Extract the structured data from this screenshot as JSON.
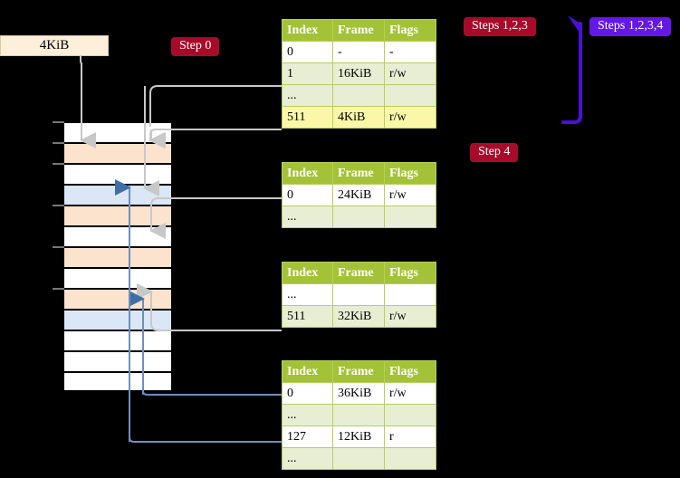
{
  "diagram": {
    "title_boxes": {
      "page_size_label": "4KiB"
    },
    "badges": [
      {
        "name": "step-0",
        "label": "Step 0",
        "color": "#a80b2a"
      },
      {
        "name": "steps-1-2-3",
        "label": "Steps 1,2,3",
        "color": "#a80b2a"
      },
      {
        "name": "steps-1-2-3-4",
        "label": "Steps 1,2,3,4",
        "color": "#6318e8"
      },
      {
        "name": "step-4",
        "label": "Step 4",
        "color": "#a80b2a"
      }
    ],
    "table_headers": {
      "index": "Index",
      "frame": "Frame",
      "flags": "Flags"
    },
    "tables": [
      {
        "name": "level-4-page-table",
        "rows": [
          {
            "index": "0",
            "frame": "-",
            "flags": "-",
            "style": "plain"
          },
          {
            "index": "1",
            "frame": "16KiB",
            "flags": "r/w",
            "style": "alt"
          },
          {
            "index": "...",
            "frame": "",
            "flags": "",
            "style": "plain"
          },
          {
            "index": "511",
            "frame": "4KiB",
            "flags": "r/w",
            "style": "highlight"
          }
        ]
      },
      {
        "name": "level-3-page-table",
        "rows": [
          {
            "index": "0",
            "frame": "24KiB",
            "flags": "r/w",
            "style": "plain"
          },
          {
            "index": "...",
            "frame": "",
            "flags": "",
            "style": "alt"
          }
        ]
      },
      {
        "name": "level-2-page-table",
        "rows": [
          {
            "index": "...",
            "frame": "",
            "flags": "",
            "style": "plain"
          },
          {
            "index": "511",
            "frame": "32KiB",
            "flags": "r/w",
            "style": "alt"
          }
        ]
      },
      {
        "name": "level-1-page-table",
        "rows": [
          {
            "index": "0",
            "frame": "36KiB",
            "flags": "r/w",
            "style": "plain"
          },
          {
            "index": "...",
            "frame": "",
            "flags": "",
            "style": "alt"
          },
          {
            "index": "127",
            "frame": "12KiB",
            "flags": "r",
            "style": "plain"
          },
          {
            "index": "...",
            "frame": "",
            "flags": "",
            "style": "alt"
          }
        ]
      }
    ],
    "memory_column": {
      "name": "physical-memory-frames",
      "frame_count": 13,
      "frames": [
        {
          "fill": "white"
        },
        {
          "fill": "orange"
        },
        {
          "fill": "white"
        },
        {
          "fill": "blue"
        },
        {
          "fill": "orange"
        },
        {
          "fill": "white"
        },
        {
          "fill": "orange"
        },
        {
          "fill": "white"
        },
        {
          "fill": "orange"
        },
        {
          "fill": "blue"
        },
        {
          "fill": "white"
        },
        {
          "fill": "white"
        },
        {
          "fill": "white"
        }
      ],
      "tick_rows": [
        0,
        1,
        2,
        4,
        6,
        8
      ],
      "colors": {
        "orange": "#fce3cd",
        "blue": "#dbe7f6",
        "white": "#ffffff"
      }
    },
    "connectors": {
      "gray": "#bfbfbf",
      "blue": "#6d8fbf",
      "arrow_purple": "#4b10d6"
    }
  }
}
